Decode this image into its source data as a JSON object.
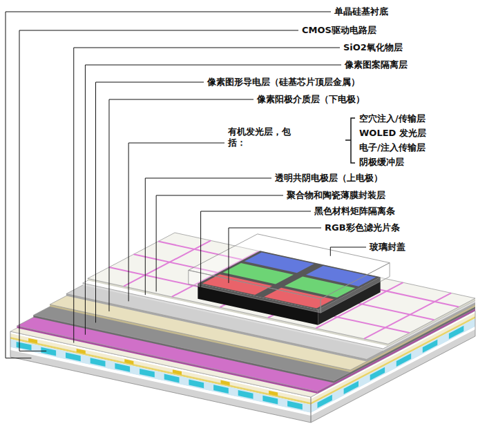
{
  "diagram": {
    "labels": [
      "单晶硅基衬底",
      "CMOS驱动电路层",
      "SiO2氧化物层",
      "像素图案隔离层",
      "像素图形导电层（硅基芯片顶层金属）",
      "像素阳极介质层（下电极）",
      "有机发光层，包括：",
      "空穴注入/传输层",
      "WOLED 发光层",
      "电子/注入传输层",
      "阴极缓冲层",
      "透明共阴电极层（上电极）",
      "聚合物和陶瓷薄膜封装层",
      "黑色材料矩阵隔离条",
      "RGB彩色滤光片条",
      "玻璃封盖"
    ]
  }
}
